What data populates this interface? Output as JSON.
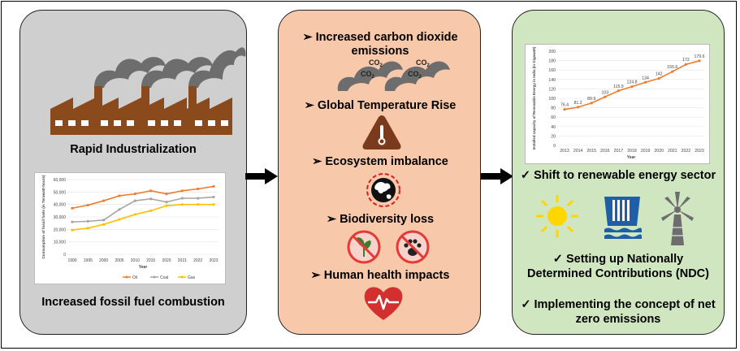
{
  "left": {
    "title": "Rapid Industrialization",
    "caption": "Increased fossil fuel combustion",
    "chart_data": {
      "type": "line",
      "xlabel": "Year",
      "ylabel": "Consumption of fossil fuels (in Terawatt-hours)",
      "categories": [
        "1990",
        "1995",
        "2000",
        "2005",
        "2010",
        "2015",
        "2020",
        "2021",
        "2022",
        "2023"
      ],
      "y_ticks": [
        "0",
        "10,000",
        "20,000",
        "30,000",
        "40,000",
        "50,000",
        "60,000"
      ],
      "ylim": [
        0,
        60000
      ],
      "series": [
        {
          "name": "Oil",
          "color": "#ed7d31",
          "values": [
            37000,
            39500,
            43000,
            47000,
            48500,
            51000,
            48500,
            51000,
            52500,
            54500
          ]
        },
        {
          "name": "Coal",
          "color": "#a5a5a5",
          "values": [
            26000,
            26500,
            27500,
            36000,
            43000,
            44500,
            42000,
            45000,
            45000,
            46000
          ]
        },
        {
          "name": "Gas",
          "color": "#ffc000",
          "values": [
            19500,
            21000,
            24000,
            28000,
            32000,
            35000,
            39000,
            40000,
            40000,
            40000
          ]
        }
      ]
    }
  },
  "middle": {
    "items": [
      {
        "marker": "➢",
        "line1": "Increased carbon dioxide",
        "line2": "emissions"
      },
      {
        "marker": "➢",
        "line1": "Global Temperature Rise"
      },
      {
        "marker": "➢",
        "line1": "Ecosystem imbalance"
      },
      {
        "marker": "➢",
        "line1": "Biodiversity loss"
      },
      {
        "marker": "➢",
        "line1": "Human health impacts"
      }
    ],
    "co2_label": "CO"
  },
  "right": {
    "chart_data": {
      "type": "line",
      "xlabel": "Year",
      "ylabel": "Installed capacity of Renewable Energy in India (in Gigawatt)",
      "categories": [
        "2013",
        "2014",
        "2015",
        "2016",
        "2017",
        "2018",
        "2019",
        "2020",
        "2021",
        "2022",
        "2023"
      ],
      "values": [
        76.4,
        81.2,
        89.9,
        103,
        115.9,
        124.8,
        134,
        142,
        156.6,
        172,
        179.6
      ],
      "data_labels": [
        "76.4",
        "81.2",
        "89.9",
        "103",
        "115.9",
        "124.8",
        "134",
        "142",
        "156.6",
        "172",
        "179.6"
      ],
      "y_ticks": [
        "0",
        "20",
        "40",
        "60",
        "80",
        "100",
        "120",
        "140",
        "160",
        "180",
        "200"
      ],
      "ylim": [
        0,
        200
      ],
      "color": "#ed7d31"
    },
    "items": [
      {
        "marker": "✓",
        "line1": "Shift to renewable energy sector"
      },
      {
        "marker": "✓",
        "line1": "Setting up Nationally",
        "line2": "Determined Contributions (NDC)"
      },
      {
        "marker": "✓",
        "line1": "Implementing the concept of net",
        "line2": "zero emissions"
      }
    ]
  }
}
